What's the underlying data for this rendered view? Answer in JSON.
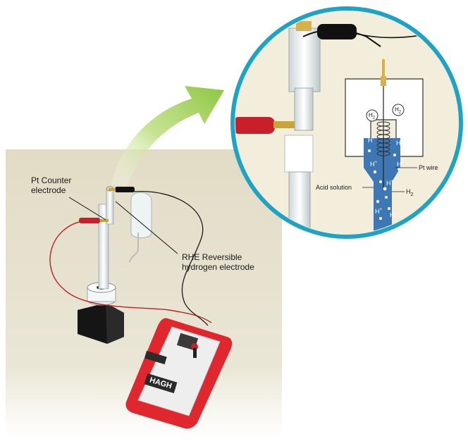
{
  "labels": {
    "counter_line1": "Pt Counter",
    "counter_line2": "electrode",
    "rhe_line1": "RHE Reversible",
    "rhe_line2": "hydrogen electrode",
    "pt_wire": "Pt wire",
    "acid_solution": "Acid solution",
    "h2_gas": "H",
    "h2_sub": "2",
    "bubble_h2": "H",
    "bubble_sub": "2",
    "h_ion": "H",
    "h_plus": "+"
  },
  "device_logo": "HAGH",
  "colors": {
    "background_panel": "#e7e2cf",
    "arrow_green": "#8cc63f",
    "inset_ring": "#1fa3c4",
    "inset_bg": "#f3eedb",
    "acid_blue": "#3d78b5",
    "clip_red": "#c8202a",
    "device_red": "#e0272d"
  },
  "icons": {
    "clip": "alligator-clip-icon",
    "bubble": "bubble-icon"
  }
}
